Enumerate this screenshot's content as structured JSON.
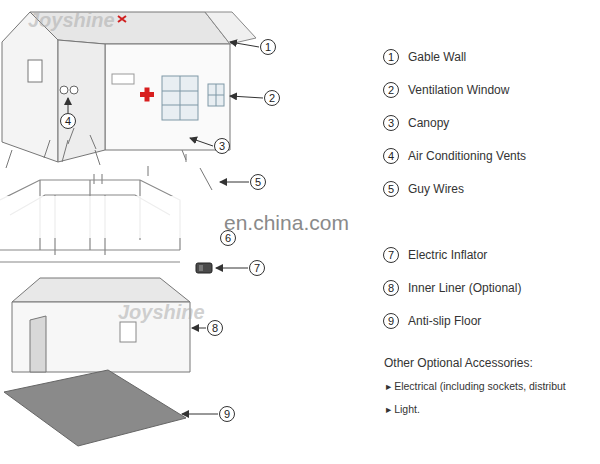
{
  "diagram": {
    "labels": [
      "1",
      "2",
      "3",
      "4",
      "5",
      "6",
      "7",
      "8",
      "9",
      "Joyshine",
      "Joyshine",
      "en.china.com",
      "1",
      "2",
      "3",
      "4",
      "5",
      "7",
      "8",
      "9",
      "Gable Wall",
      "Ventilation Window",
      "Canopy",
      "Air Conditioning Vents",
      "Guy Wires",
      "Electric Inflator",
      "Inner Liner (Optional)",
      "Anti-slip Floor",
      "Other Optional Accessories:",
      "▸ Electrical (including sockets, distribut",
      "▸ Light."
    ]
  }
}
